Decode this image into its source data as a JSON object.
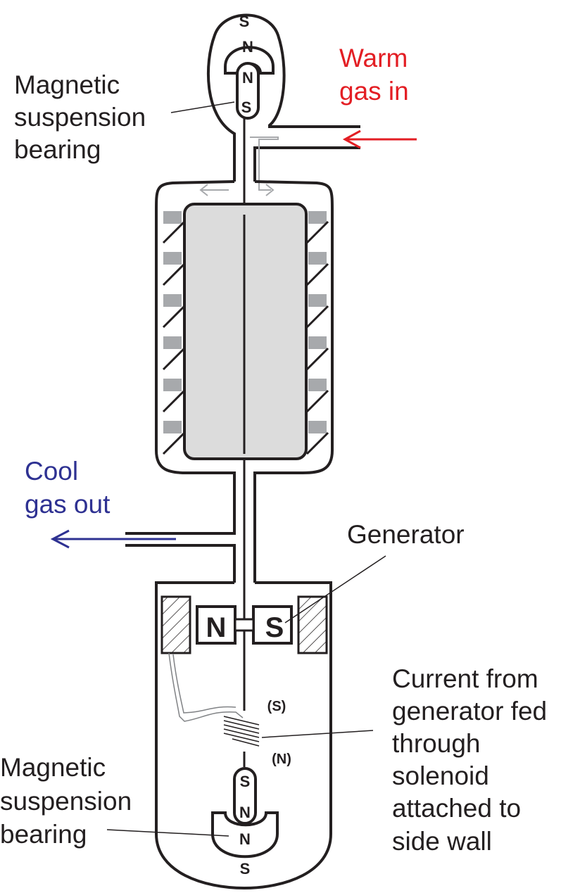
{
  "labels": {
    "top_bearing": [
      "Magnetic",
      "suspension",
      "bearing"
    ],
    "warm_gas": [
      "Warm",
      "gas in"
    ],
    "cool_gas": [
      "Cool",
      "gas out"
    ],
    "generator": "Generator",
    "current": [
      "Current from",
      "generator fed",
      "through",
      "solenoid",
      "attached to",
      "side wall"
    ],
    "bottom_bearing": [
      "Magnetic",
      "suspension",
      "bearing"
    ]
  },
  "poles": {
    "top_outer_s": "S",
    "top_outer_n": "N",
    "top_inner_n": "N",
    "top_inner_s": "S",
    "gen_n": "N",
    "gen_s": "S",
    "solenoid_s": "(S)",
    "solenoid_n": "(N)",
    "bottom_inner_s": "S",
    "bottom_inner_n": "N",
    "bottom_outer_n": "N",
    "bottom_outer_s": "S"
  },
  "colors": {
    "warm": "#e31e24",
    "cool": "#2e3192",
    "rotor_fill": "#dcdcdc",
    "coil_pad": "#a7a9ac"
  }
}
